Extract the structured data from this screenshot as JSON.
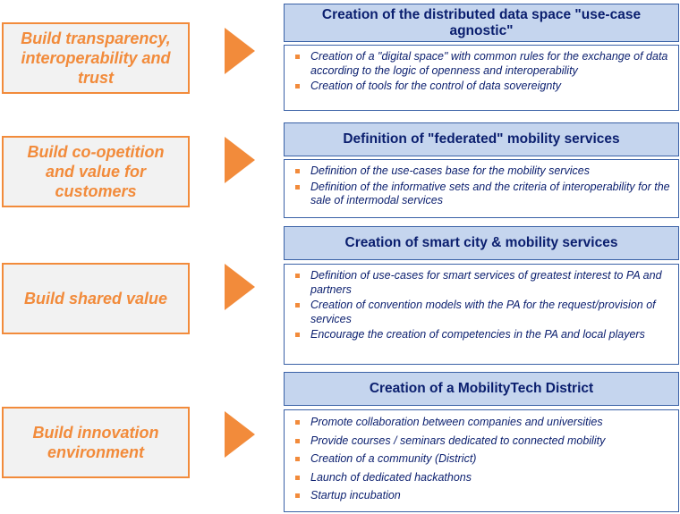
{
  "colors": {
    "accent": "#f28b3b",
    "header_fill": "#c5d5ee",
    "border_blue": "#3a61a6",
    "text_navy": "#0a1e6e",
    "goal_fill": "#f2f2f2"
  },
  "rows": [
    {
      "goal": "Build transparency, interoperability and trust",
      "heading": "Creation of the distributed data space \"use-case agnostic\"",
      "bullets": [
        "Creation of a \"digital space\" with common rules for the exchange of data according to the logic of openness and interoperability",
        "Creation of tools for the control of data sovereignty"
      ]
    },
    {
      "goal": "Build co-opetition and value for customers",
      "heading": "Definition of \"federated\" mobility services",
      "bullets": [
        "Definition of the use-cases base for the mobility services",
        "Definition of the informative sets and the criteria of interoperability for the sale of intermodal services"
      ]
    },
    {
      "goal": "Build shared value",
      "heading": "Creation of smart city & mobility services",
      "bullets": [
        "Definition of use-cases for smart services of greatest interest to PA and partners",
        "Creation of convention models with the PA for the request/provision of services",
        "Encourage the creation of competencies in the PA and local players"
      ]
    },
    {
      "goal": "Build innovation environment",
      "heading": "Creation of a MobilityTech District",
      "bullets": [
        "Promote collaboration between companies and universities",
        "Provide courses / seminars dedicated to connected mobility",
        "Creation of a community (District)",
        "Launch of dedicated hackathons",
        "Startup incubation"
      ]
    }
  ]
}
